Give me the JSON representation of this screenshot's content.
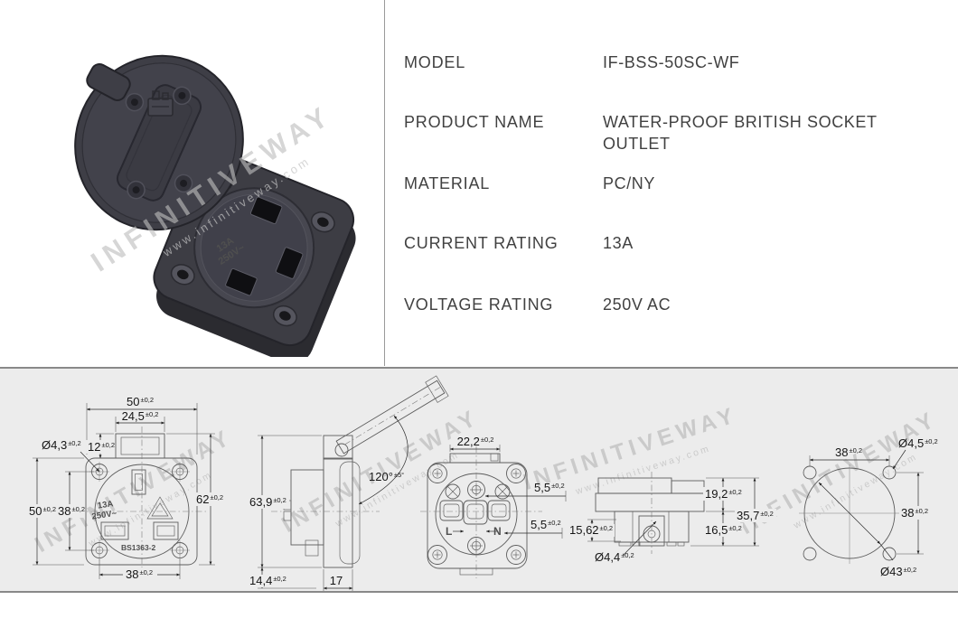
{
  "spec": {
    "rows": [
      {
        "label": "MODEL",
        "value": "IF-BSS-50SC-WF",
        "value2": ""
      },
      {
        "label": "PRODUCT NAME",
        "value": "WATER-PROOF BRITISH SOCKET",
        "value2": "OUTLET"
      },
      {
        "label": "MATERIAL",
        "value": "PC/NY",
        "value2": ""
      },
      {
        "label": "CURRENT RATING",
        "value": "13A",
        "value2": ""
      },
      {
        "label": "VOLTAGE RATING",
        "value": "250V AC",
        "value2": ""
      }
    ]
  },
  "watermark": {
    "brand": "INFINITIVEWAY",
    "url": "www.infinitiveway.com"
  },
  "photo": {
    "markings": {
      "line1": "13A",
      "line2": "250V~"
    }
  },
  "drawing": {
    "front": {
      "top_width": {
        "v": "50",
        "t": "±0,2"
      },
      "flap_width": {
        "v": "24,5",
        "t": "±0,2"
      },
      "hole_dia": {
        "v": "Ø4,3",
        "t": "±0,2"
      },
      "flap_height": {
        "v": "12",
        "t": "±0,2"
      },
      "left_height": {
        "v": "50",
        "t": "±0,2"
      },
      "hole_pitch_v": {
        "v": "38",
        "t": "±0,2"
      },
      "overall_height": {
        "v": "62",
        "t": "±0,2"
      },
      "hole_pitch_h": {
        "v": "38",
        "t": "±0,2"
      },
      "face_current": "13A",
      "face_voltage": "250V~",
      "face_standard": "BS1363-2"
    },
    "side": {
      "overall_height": {
        "v": "63,9",
        "t": "±0,2"
      },
      "lower_depth": {
        "v": "14,4",
        "t": "±0,2"
      },
      "plate_thickness": {
        "v": "17",
        "t": ""
      },
      "lid_angle": {
        "v": "120°",
        "t": "±5°"
      }
    },
    "back": {
      "slot_width": {
        "v": "22,2",
        "t": "±0,2"
      },
      "offset_top": {
        "v": "5,5",
        "t": "±0,2"
      },
      "offset_bottom": {
        "v": "5,5",
        "t": "±0,2"
      },
      "terminal_l": "L",
      "terminal_n": "N"
    },
    "bottom": {
      "upper_height": {
        "v": "19,2",
        "t": "±0,2"
      },
      "overall_depth": {
        "v": "35,7",
        "t": "±0,2"
      },
      "lower_height": {
        "v": "16,5",
        "t": "±0,2"
      },
      "terminal_height": {
        "v": "15,62",
        "t": "±0,2"
      },
      "hole_dia": {
        "v": "Ø4,4",
        "t": "±0,2"
      }
    },
    "cutout": {
      "pitch_h": {
        "v": "38",
        "t": "±0,2"
      },
      "pitch_v": {
        "v": "38",
        "t": "±0,2"
      },
      "screw_dia": {
        "v": "Ø4,5",
        "t": "±0,2"
      },
      "cutout_dia": {
        "v": "Ø43",
        "t": "±0,2"
      }
    }
  },
  "colors": {
    "band_bg": "#ececec",
    "line": "#5d5d5d",
    "spec_text": "#414141"
  }
}
